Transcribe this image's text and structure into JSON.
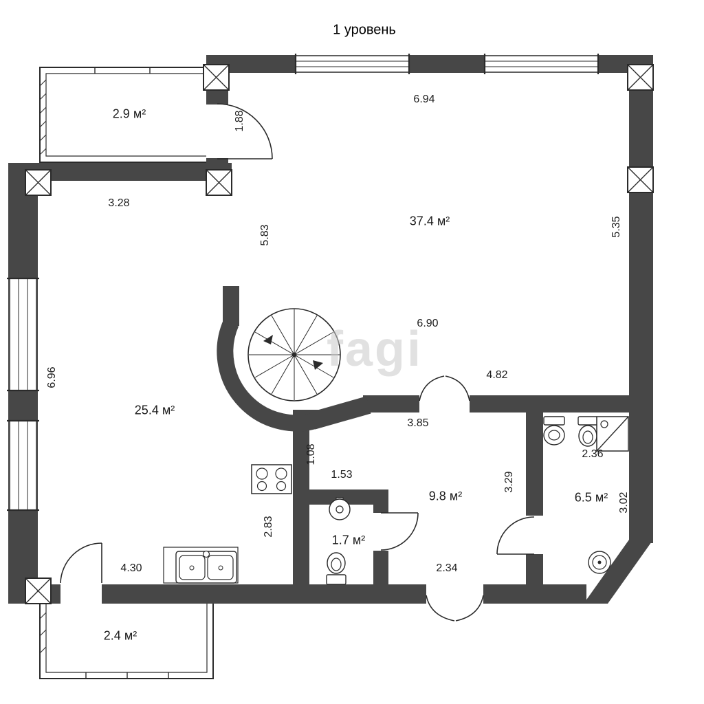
{
  "title": "1 уровень",
  "watermark": "fagi",
  "colors": {
    "wall": "#474747",
    "line": "#2a2a2a"
  },
  "rooms": {
    "balcony_top": "2.9 м²",
    "living": "37.4 м²",
    "lounge": "25.4 м²",
    "hall": "9.8 м²",
    "wc": "1.7 м²",
    "bath": "6.5 м²",
    "balcony_bottom": "2.4 м²"
  },
  "dims": {
    "d694": "6.94",
    "d188": "1.88",
    "d328": "3.28",
    "d583": "5.83",
    "d535": "5.35",
    "d696": "6.96",
    "d690": "6.90",
    "d482": "4.82",
    "d385": "3.85",
    "d236": "2.36",
    "d108": "1.08",
    "d153": "1.53",
    "d329": "3.29",
    "d302": "3.02",
    "d283": "2.83",
    "d430": "4.30",
    "d234": "2.34"
  }
}
